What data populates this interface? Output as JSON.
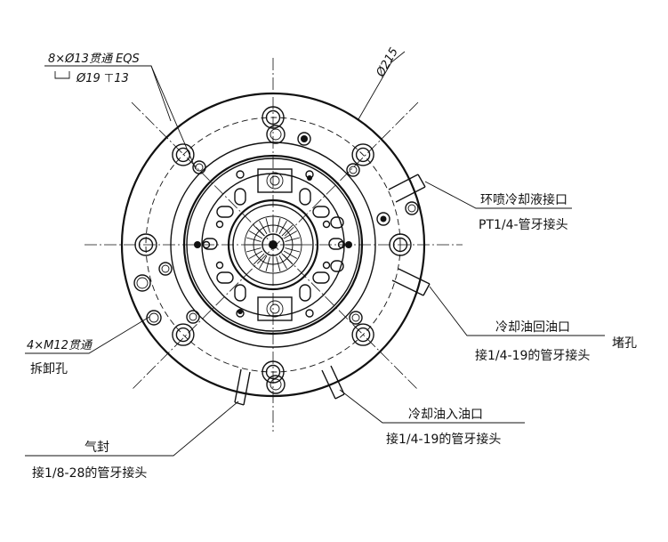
{
  "callouts": {
    "through_holes": {
      "line1": "8×Ø13贯通 EQS",
      "line2": "Ø19 ⊤13"
    },
    "diameter": "Ø215",
    "ring_spray": {
      "title": "环喷冷却液接口",
      "spec": "PT1/4-管牙接头"
    },
    "oil_return": {
      "title": "冷却油回油口",
      "spec": "接1/4-19的管牙接头"
    },
    "plug_hole": "堵孔",
    "oil_inlet": {
      "title": "冷却油入油口",
      "spec": "接1/4-19的管牙接头"
    },
    "air_seal": {
      "title": "气封",
      "spec": "接1/8-28的管牙接头"
    },
    "m12_holes": {
      "line1": "4×M12贯通",
      "line2": "拆卸孔"
    }
  },
  "colors": {
    "line": "#111111",
    "background": "#ffffff"
  }
}
